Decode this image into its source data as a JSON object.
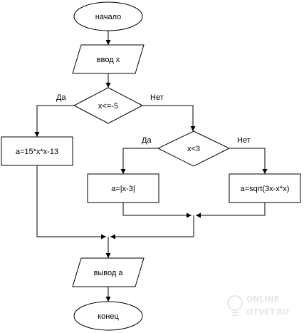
{
  "flowchart": {
    "start_label": "начало",
    "input_label": "ввод x",
    "decision1": {
      "label": "x<=-5",
      "yes": "Да",
      "no": "Нет"
    },
    "process1_label": "a=15*x*x-13",
    "decision2": {
      "label": "x<3",
      "yes": "Да",
      "no": "Нет"
    },
    "process2_label": "a=|x-3|",
    "process3_label": "a=sqrt(3x-x*x)",
    "output_label": "вывод a",
    "end_label": "конец"
  },
  "watermark": {
    "line1": "ONLINE",
    "line2": "OTVET.RU"
  }
}
